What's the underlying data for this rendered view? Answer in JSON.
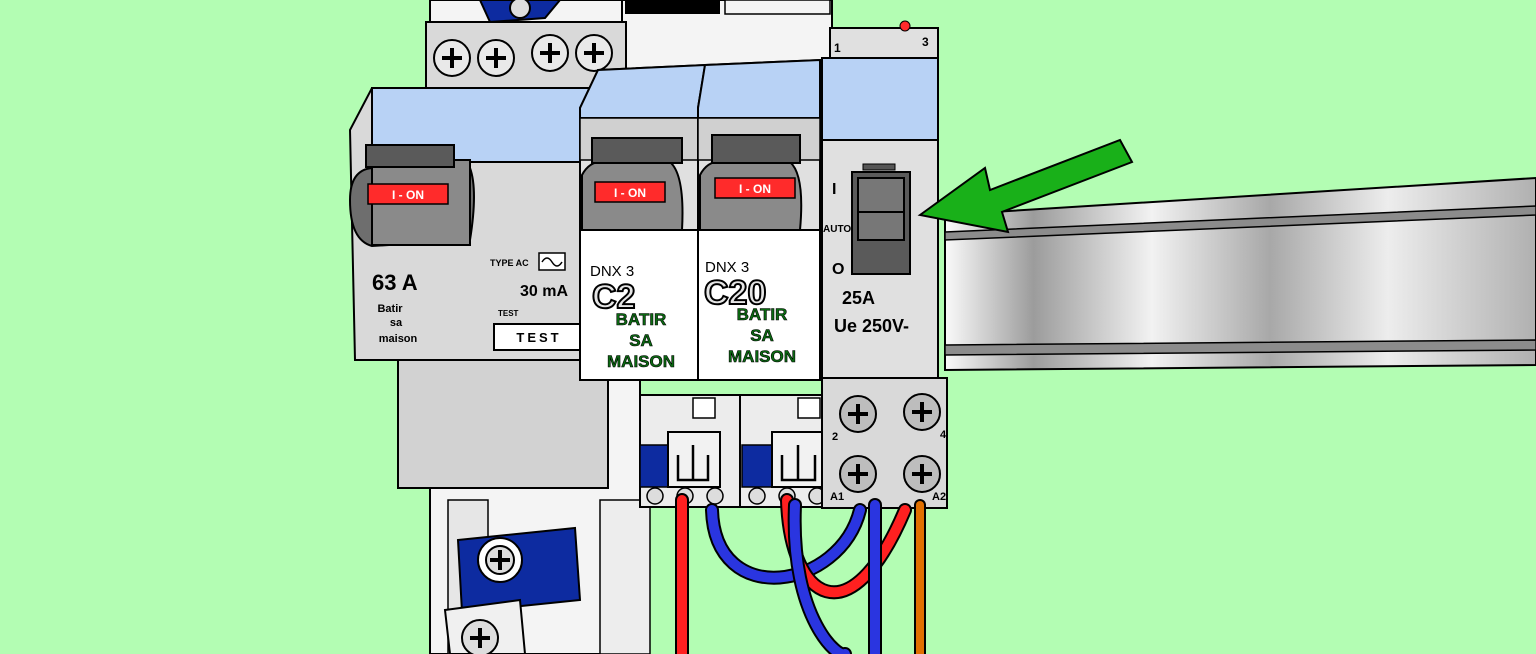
{
  "colors": {
    "background": "#b3fdb3",
    "module_body": "#d9d9d9",
    "window_blue": "#b8d2f5",
    "on_red": "#ff2b2b",
    "label_green": "#0b6b12",
    "arrow_green": "#19b019",
    "wire_red": "#ff2020",
    "wire_blue": "#2a35e0",
    "wire_orange": "#e07000",
    "neutral_blue": "#0d2ba0"
  },
  "differential": {
    "handle_label": "I - ON",
    "rating": "63 A",
    "brand": [
      "Batir",
      "sa",
      "maison"
    ],
    "type": "TYPE AC",
    "sensitivity": "30 mA",
    "test_mark": "TEST",
    "test_button": "TEST"
  },
  "breaker_c2": {
    "handle_label": "I - ON",
    "model": "DNX 3",
    "curve": "C2",
    "brand": [
      "BATIR",
      "SA",
      "MAISON"
    ]
  },
  "breaker_c20": {
    "handle_label": "I - ON",
    "model": "DNX 3",
    "curve": "C20",
    "brand": [
      "BATIR",
      "SA",
      "MAISON"
    ]
  },
  "contactor": {
    "pos_on": "I",
    "pos_auto": "AUTO",
    "pos_off": "O",
    "rating": "25A",
    "voltage": "Ue  250V-",
    "terminal_1": "1",
    "terminal_3": "3",
    "terminal_2": "2",
    "terminal_4": "4",
    "coil_a1": "A1",
    "coil_a2": "A2"
  },
  "pointer": {
    "icon": "arrow-pointer-icon"
  }
}
